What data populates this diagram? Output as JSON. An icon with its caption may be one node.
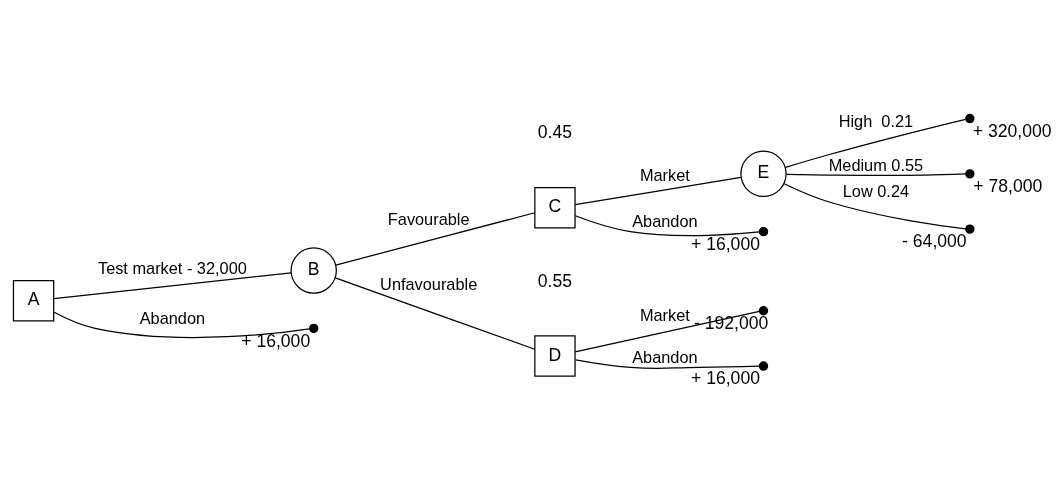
{
  "diagram": {
    "nodes": [
      {
        "text": [
          "A"
        ]
      },
      {
        "text": [
          "B"
        ]
      },
      {
        "text": [
          "C"
        ]
      },
      {
        "text": [
          "D"
        ]
      },
      {
        "text": [
          "E"
        ]
      },
      {
        "text": [],
        "shape": "circle",
        "beside": [
          "+ 320,000"
        ]
      },
      {
        "text": [],
        "shape": "circle",
        "beside": [
          "+ 78,000"
        ]
      },
      {
        "text": [],
        "shape": "circle",
        "beside": [
          "- 64,000"
        ]
      },
      {
        "text": [],
        "shape": "circle",
        "beside": [
          "+ 16,000"
        ]
      },
      {
        "text": [],
        "shape": "circle",
        "beside": [
          "- 192,000"
        ]
      },
      {
        "text": [],
        "shape": "circle",
        "beside": [
          "+ 16,000"
        ]
      },
      {
        "text": [],
        "shape": "circle",
        "beside": [
          "+ 16,000"
        ]
      }
    ],
    "edges": [
      {
        "from": 0,
        "to": 1,
        "arrow": "none",
        "label": "Test market - 32,000"
      },
      {
        "from": 1,
        "to": 2,
        "arrow": "none",
        "label": "Favourable"
      },
      {
        "from": 1,
        "to": 3,
        "arrow": "none",
        "label": "Unfavourable"
      },
      {
        "from": 0,
        "to": 11,
        "arrow": "none",
        "label": "Abandon"
      },
      {
        "from": 2,
        "to": 4,
        "arrow": "none",
        "label": "Market"
      },
      {
        "from": 2,
        "to": 8,
        "arrow": "none",
        "label": "Abandon"
      },
      {
        "from": 4,
        "to": 5,
        "arrow": "none",
        "label": "High  0.21"
      },
      {
        "from": 4,
        "to": 6,
        "arrow": "none",
        "label": "Medium 0.55"
      },
      {
        "from": 4,
        "to": 7,
        "arrow": "none",
        "label": "Low 0.24"
      },
      {
        "from": 3,
        "to": 9,
        "arrow": "none",
        "label": "Market"
      },
      {
        "from": 3,
        "to": 10,
        "arrow": "none",
        "label": "Abandon"
      }
    ],
    "labels": [
      "0.45",
      "0.55"
    ]
  }
}
